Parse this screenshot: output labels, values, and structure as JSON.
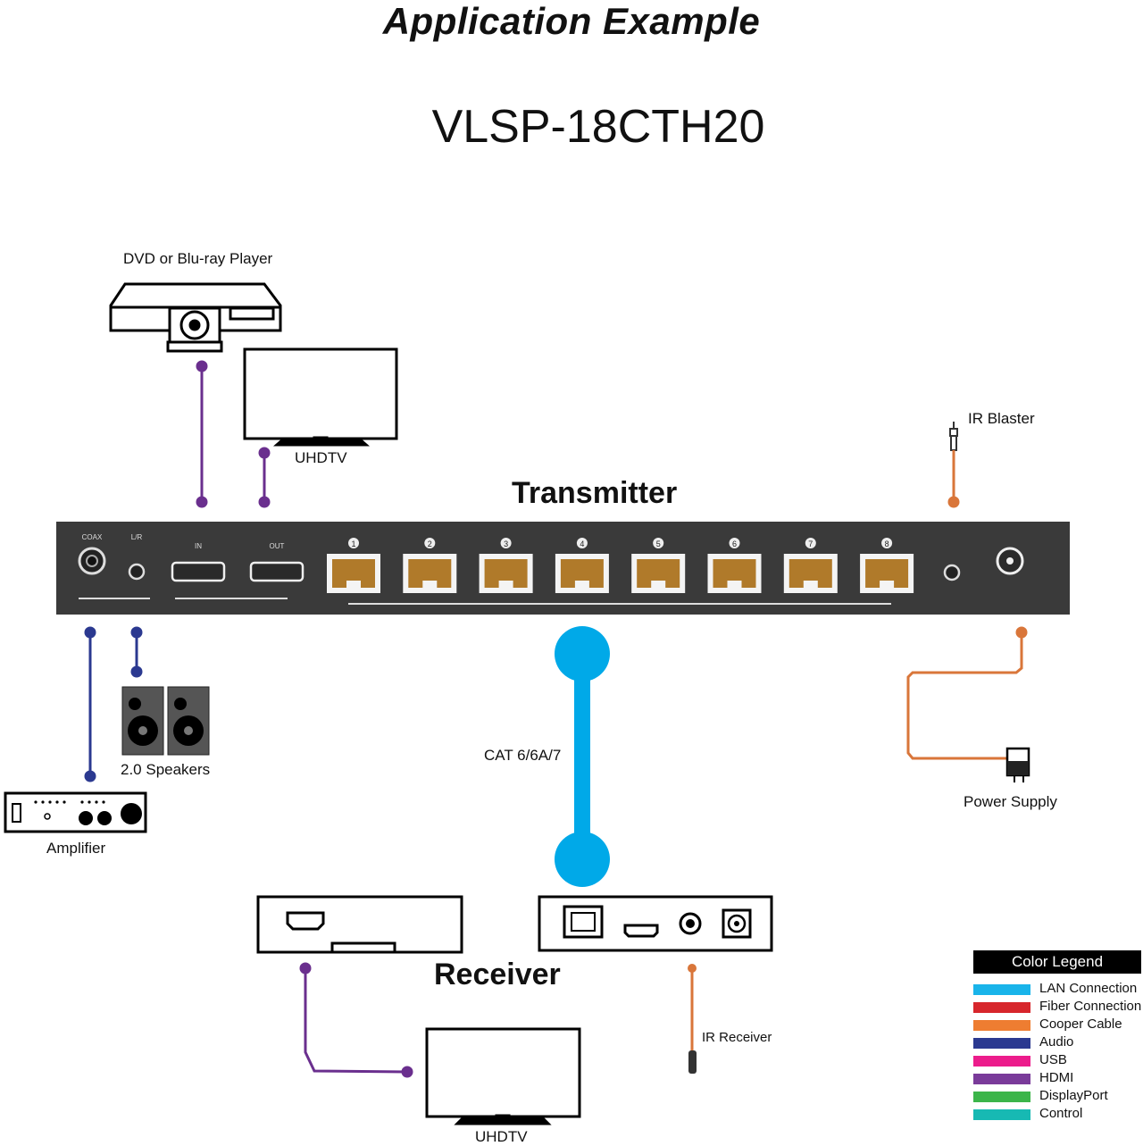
{
  "title": "Application Example",
  "model": "VLSP-18CTH20",
  "labels": {
    "dvd": "DVD or Blu-ray Player",
    "uhdtv_top": "UHDTV",
    "ir_blaster": "IR Blaster",
    "transmitter": "Transmitter",
    "speakers": "2.0 Speakers",
    "amplifier": "Amplifier",
    "cable": "CAT 6/6A/7",
    "power_supply": "Power Supply",
    "receiver": "Receiver",
    "ir_receiver": "IR Receiver",
    "uhdtv_bottom": "UHDTV"
  },
  "transmitter_panel": {
    "port_count": 8,
    "port_numbers": [
      "1",
      "2",
      "3",
      "4",
      "5",
      "6",
      "7",
      "8"
    ]
  },
  "colors": {
    "lan": "#00a9e8",
    "hdmi": "#6a2f8e",
    "audio": "#2b3990",
    "copper": "#d9763a",
    "panel": "#3a3a3a",
    "port": "#b07a2a"
  },
  "legend": {
    "title": "Color Legend",
    "items": [
      {
        "label": "LAN Connection",
        "color": "#19b4ea"
      },
      {
        "label": "Fiber Connection",
        "color": "#d7262c"
      },
      {
        "label": "Cooper Cable",
        "color": "#ee7d31"
      },
      {
        "label": "Audio",
        "color": "#2b3990"
      },
      {
        "label": "USB",
        "color": "#ec1c8c"
      },
      {
        "label": "HDMI",
        "color": "#7a3b9a"
      },
      {
        "label": "DisplayPort",
        "color": "#3cb54a"
      },
      {
        "label": "Control",
        "color": "#17b9b3"
      }
    ]
  }
}
